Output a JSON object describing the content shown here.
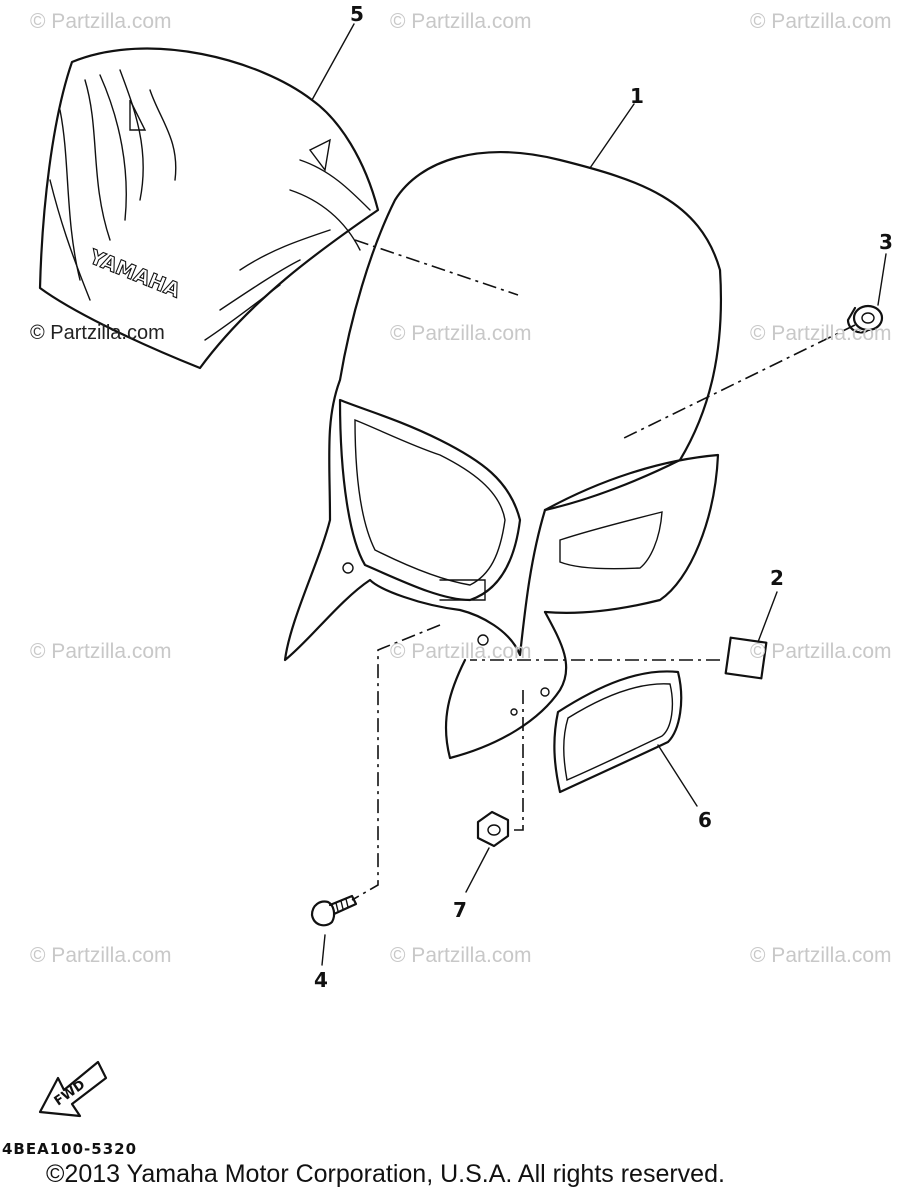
{
  "diagram": {
    "callouts": [
      "1",
      "2",
      "3",
      "4",
      "5",
      "6",
      "7"
    ],
    "windscreen_logo": "YAMAHA",
    "fwd_arrow_label": "FWD",
    "diagram_code": "4BEA100-5320",
    "copyright": "©2013 Yamaha Motor Corporation, U.S.A. All rights reserved.",
    "watermark": "© Partzilla.com"
  }
}
